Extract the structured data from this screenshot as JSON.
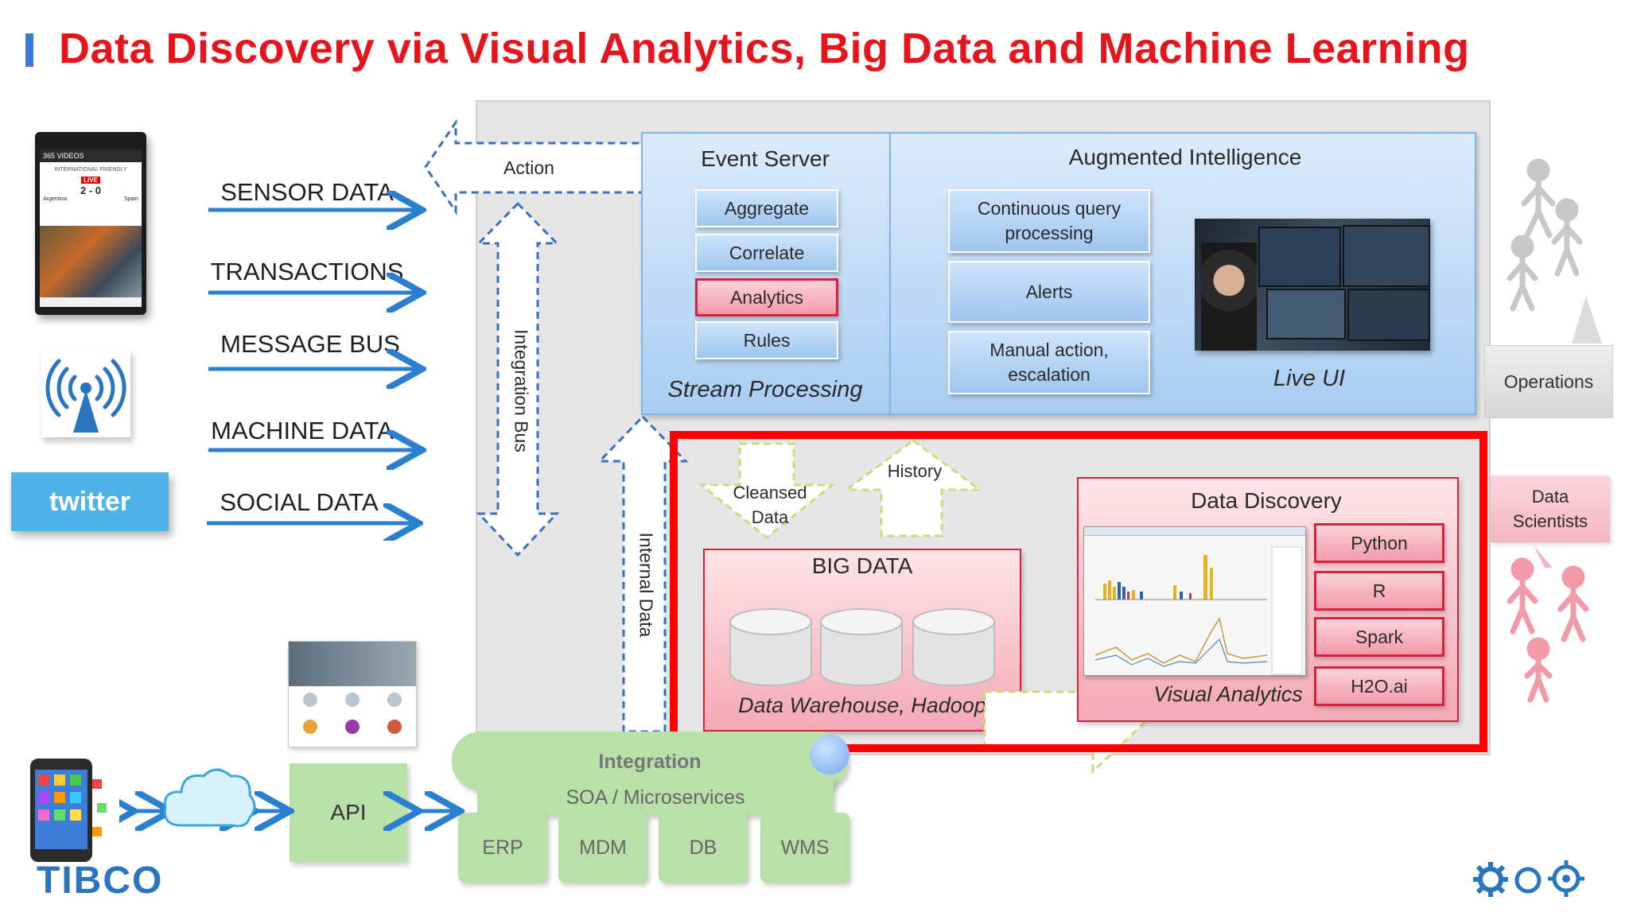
{
  "title": "Data Discovery via Visual Analytics, Big Data and Machine Learning",
  "sources": [
    "SENSOR DATA",
    "TRANSACTIONS",
    "MESSAGE BUS",
    "MACHINE DATA",
    "SOCIAL DATA"
  ],
  "twitter_logo": "twitter",
  "phone_app": {
    "header": "365 VIDEOS",
    "subheader": "INTERNATIONAL FRIENDLY",
    "score": "2 - 0",
    "live": "LIVE",
    "team_left": "Argentina",
    "team_right": "Spain"
  },
  "action_label": "Action",
  "integration_bus_label": "Integration Bus",
  "internal_data_label": "Internal Data",
  "event_server": {
    "title": "Event Server",
    "buttons": [
      "Aggregate",
      "Correlate",
      "Analytics",
      "Rules"
    ],
    "footer": "Stream Processing"
  },
  "augmented": {
    "title": "Augmented Intelligence",
    "buttons": [
      "Continuous query processing",
      "Alerts",
      "Manual action, escalation"
    ],
    "live_ui": "Live UI"
  },
  "operations_label": "Operations",
  "cleansed_label": "Cleansed Data",
  "history_label": "History",
  "big_data": {
    "title": "BIG DATA",
    "footer": "Data Warehouse, Hadoop"
  },
  "data_discovery": {
    "title": "Data Discovery",
    "footer": "Visual Analytics",
    "tools": [
      "Python",
      "R",
      "Spark",
      "H2O.ai"
    ]
  },
  "data_scientists_label": "Data Scientists",
  "integration": {
    "title": "Integration",
    "soa": "SOA / Microservices",
    "systems": [
      "ERP",
      "MDM",
      "DB",
      "WMS"
    ]
  },
  "api_label": "API",
  "logo_text": "TIBCO",
  "colors": {
    "title": "#e8141c",
    "arrow": "#2a7fd0",
    "highlight": "#ff0000",
    "pink": "#d8213a",
    "green": "#b9e0a8"
  },
  "icons": [
    "gear-icon",
    "circle-icon",
    "target-icon"
  ]
}
